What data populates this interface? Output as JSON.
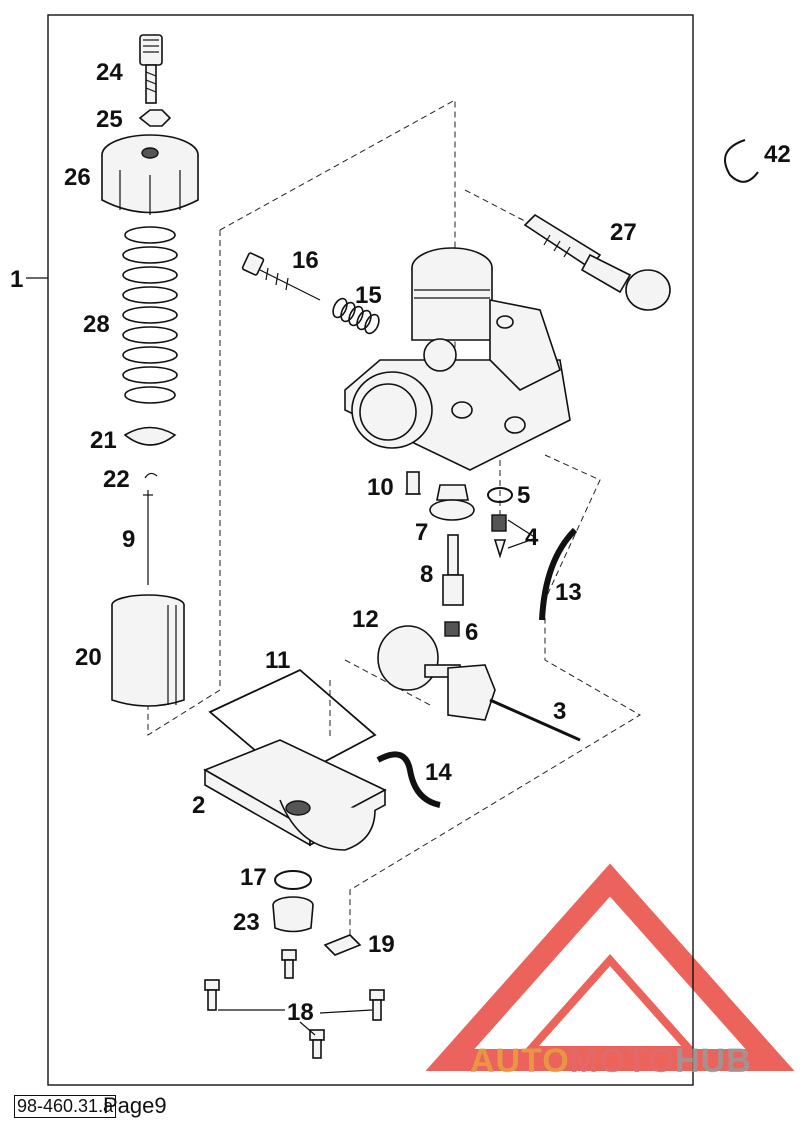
{
  "diagram": {
    "drawing_id": "98-460.31.a",
    "page_label": "Page9",
    "logo": {
      "text_part1": "AUTO",
      "text_part2": "MOTO",
      "text_part3": "HUB",
      "colors": {
        "auto": "#e8a040",
        "moto": "#e26a6a",
        "hub": "#9a9a9a",
        "triangle": "#e8483f"
      }
    },
    "part_labels": {
      "p1": "1",
      "p2": "2",
      "p3": "3",
      "p4": "4",
      "p5": "5",
      "p6": "6",
      "p7": "7",
      "p8": "8",
      "p9": "9",
      "p10": "10",
      "p11": "11",
      "p12": "12",
      "p13": "13",
      "p14": "14",
      "p15": "15",
      "p16": "16",
      "p17": "17",
      "p18": "18",
      "p19": "19",
      "p20": "20",
      "p21": "21",
      "p22": "22",
      "p23": "23",
      "p24": "24",
      "p25": "25",
      "p26": "26",
      "p27": "27",
      "p28": "28",
      "p42": "42"
    }
  }
}
